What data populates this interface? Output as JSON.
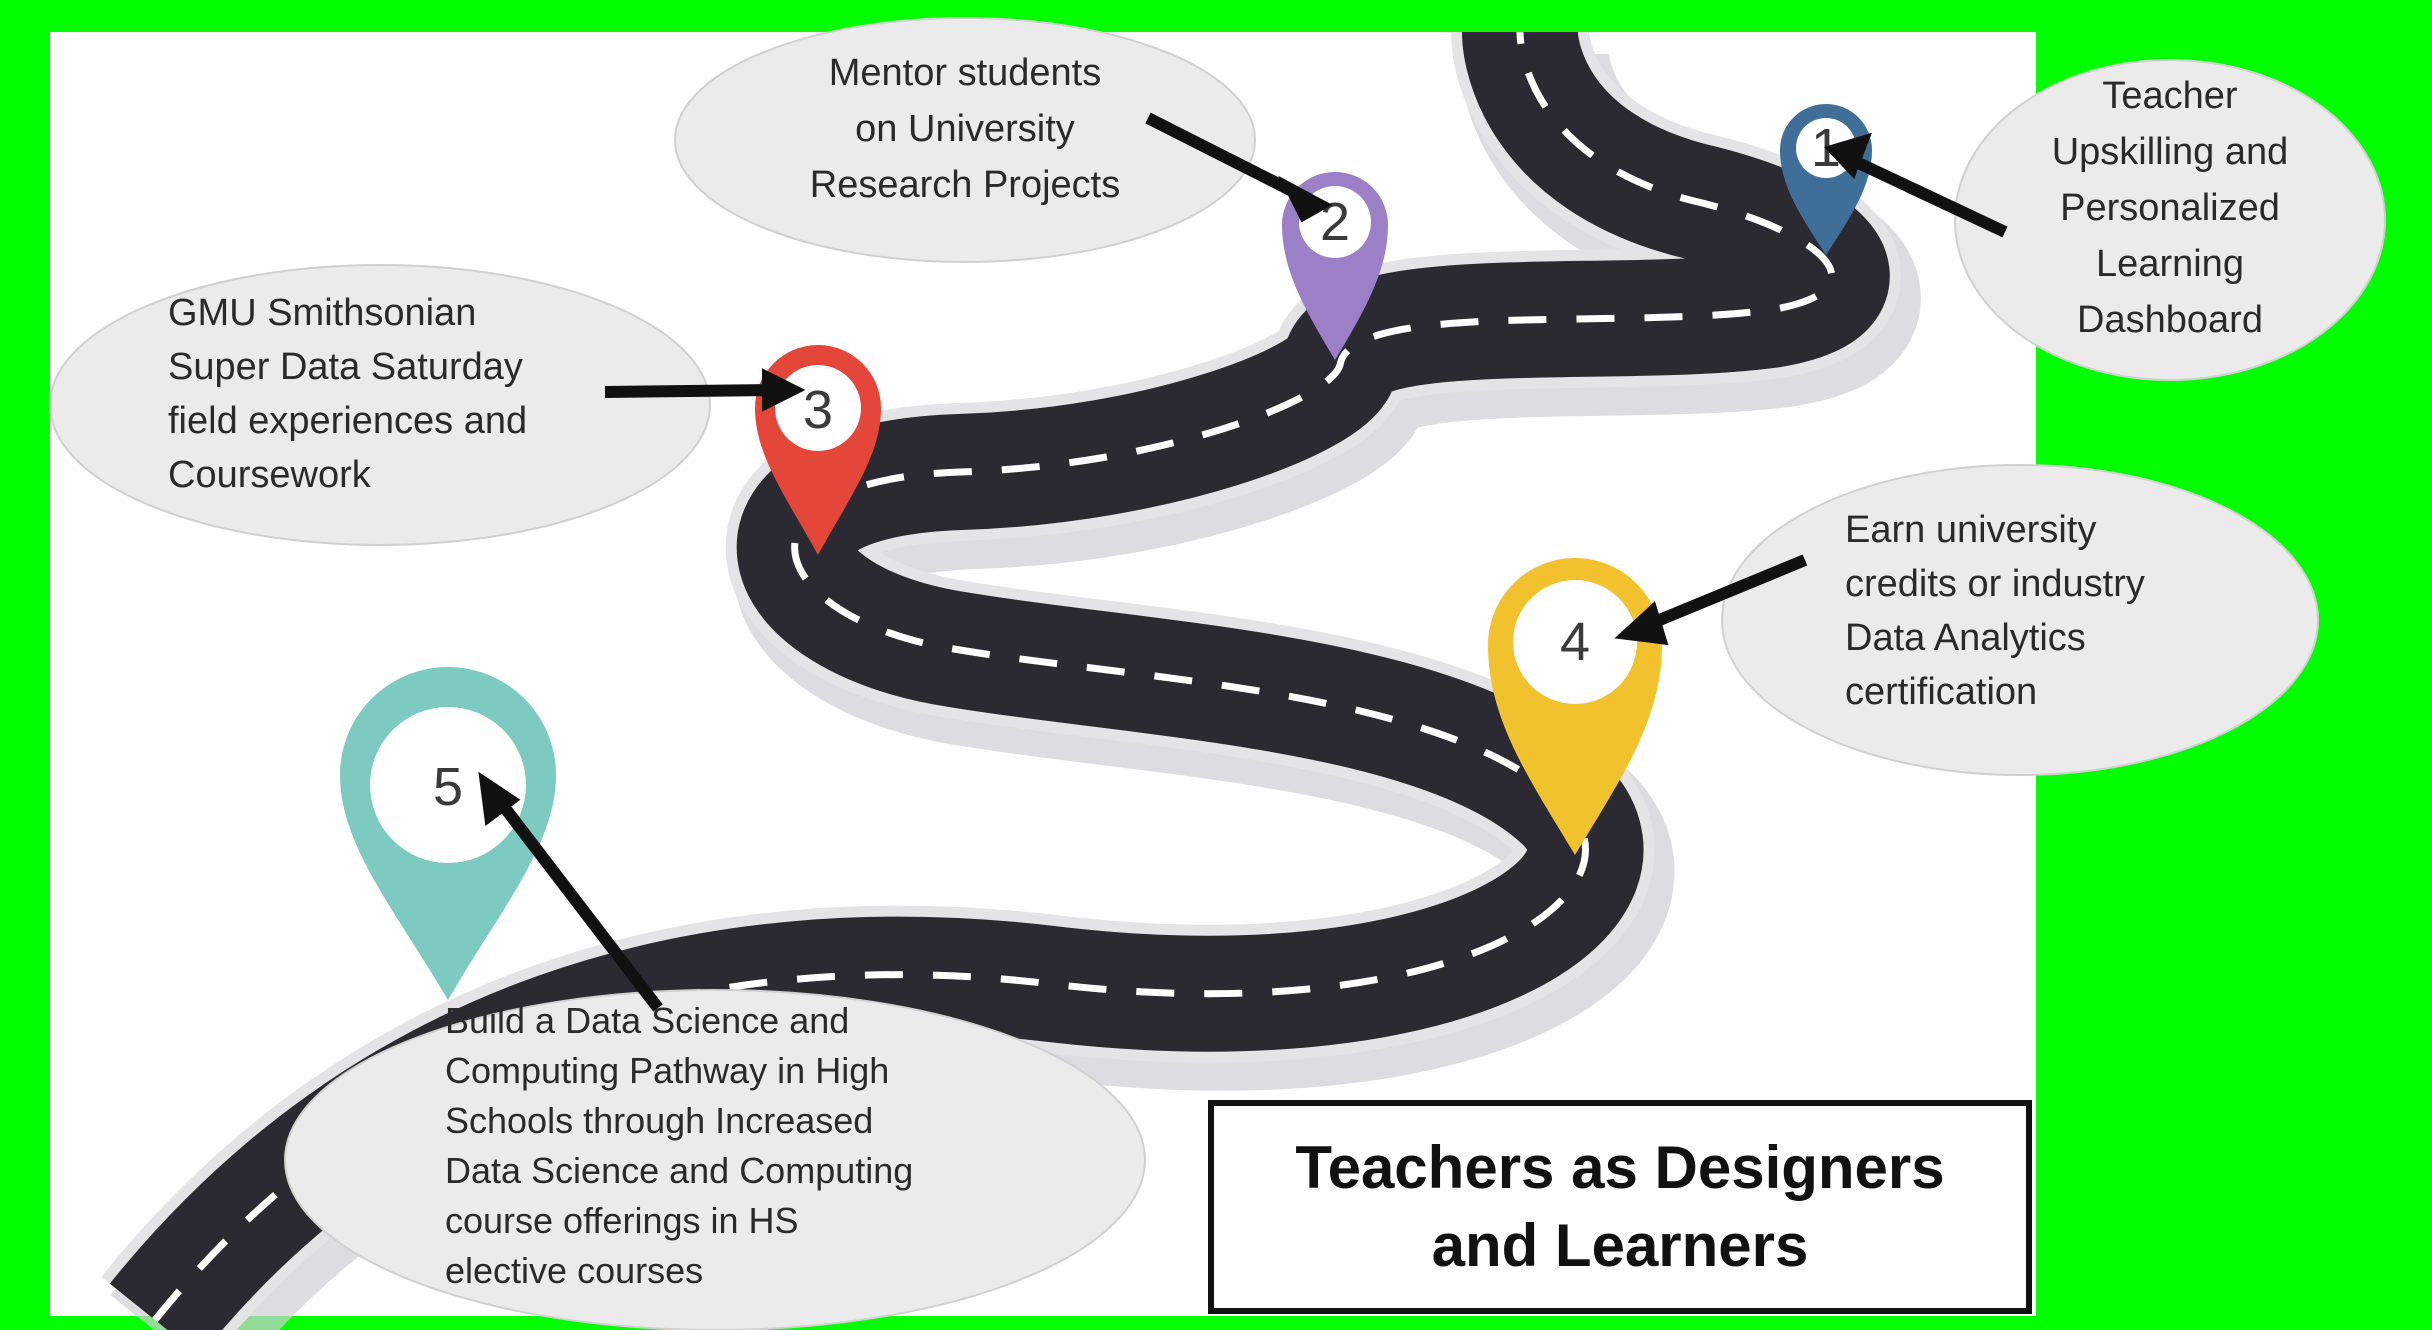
{
  "title": "Teachers as Designers\nand Learners",
  "colors": {
    "frame": "#00ff00",
    "canvas": "#ffffff",
    "road": "#2b2a33",
    "road_edge": "#e4e4e6",
    "callout_fill": "#ebebeb",
    "arrow": "#111111"
  },
  "milestones": [
    {
      "number": "1",
      "pin_color": "#3f6f98",
      "lines": [
        "Teacher",
        "Upskilling and",
        "Personalized",
        "Learning",
        "Dashboard"
      ]
    },
    {
      "number": "2",
      "pin_color": "#9b7fc7",
      "lines": [
        "Mentor students",
        "on University",
        "Research Projects"
      ]
    },
    {
      "number": "3",
      "pin_color": "#e5463a",
      "lines": [
        "GMU Smithsonian",
        "Super Data Saturday",
        "field experiences and",
        "Coursework"
      ]
    },
    {
      "number": "4",
      "pin_color": "#f2c12e",
      "lines": [
        "Earn university",
        "credits or industry",
        "Data Analytics",
        "certification"
      ]
    },
    {
      "number": "5",
      "pin_color": "#7ccac0",
      "lines": [
        "Build a Data Science and",
        "Computing Pathway in High",
        "Schools through Increased",
        "Data Science and Computing",
        "course offerings in HS",
        "elective courses"
      ]
    }
  ]
}
